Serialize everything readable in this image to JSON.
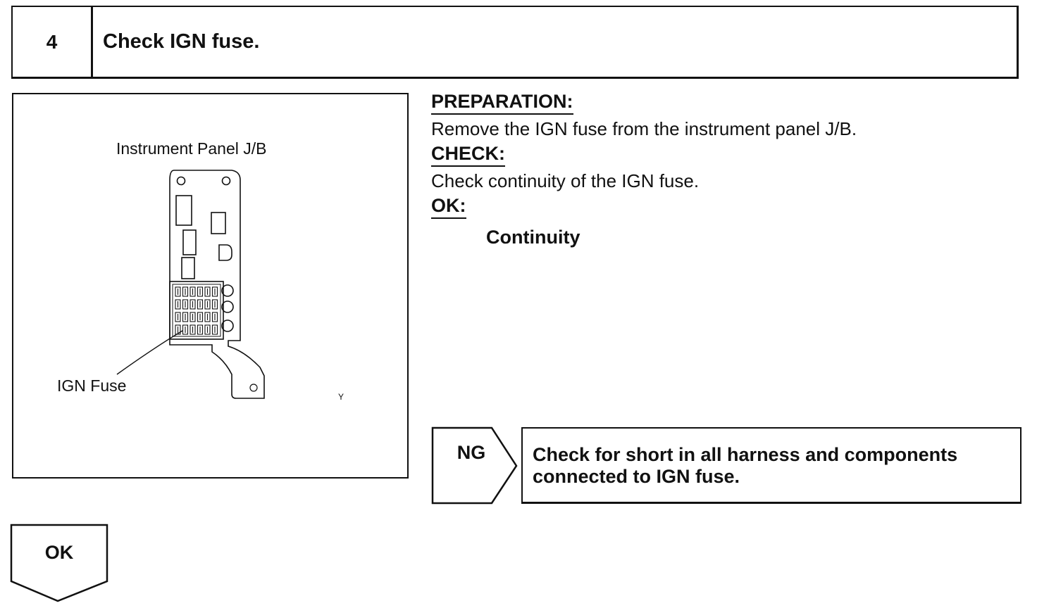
{
  "step": {
    "number": "4",
    "title": "Check IGN fuse."
  },
  "illustration": {
    "panel_label": "Instrument Panel J/B",
    "fuse_label": "IGN Fuse",
    "figure_code": "Y"
  },
  "instructions": {
    "preparation_heading": "PREPARATION:",
    "preparation_text": "Remove the IGN fuse from the instrument panel J/B.",
    "check_heading": "CHECK:",
    "check_text": "Check continuity of the IGN fuse.",
    "ok_heading": "OK:",
    "ok_result": "Continuity"
  },
  "ng_branch": {
    "label": "NG",
    "action_line1": "Check for short in all harness and components",
    "action_line2": "connected to IGN fuse."
  },
  "ok_branch": {
    "label": "OK"
  }
}
